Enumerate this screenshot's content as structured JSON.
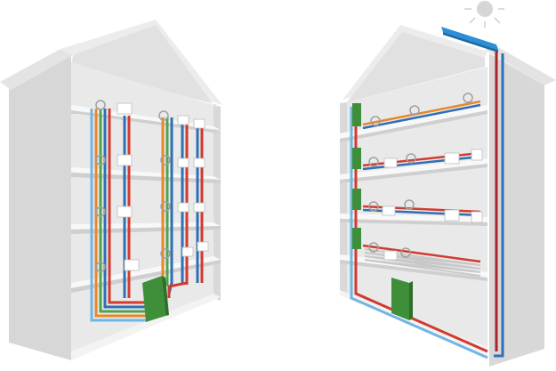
{
  "diagram": {
    "buildings": [
      {
        "id": "left",
        "system": "central-distribution-with-radiators",
        "floors": 4
      },
      {
        "id": "right",
        "system": "floor-wise-distribution-with-solar",
        "floors": 4
      }
    ],
    "colors": {
      "wall": "#dcdcdc",
      "wall_shadow": "#c4c4c4",
      "interior": "#eaeaea",
      "slab": "#f7f7f7",
      "slab_edge": "#cfcfcf",
      "red": "#d23a2e",
      "blue": "#2f6fb5",
      "orange": "#e8872a",
      "green": "#4fa34a",
      "light_blue": "#6fb6e6",
      "dark_red": "#a8242a",
      "station_green": "#3f8f3a",
      "radiator": "#ffffff",
      "sun": "#d0d0d0",
      "solar_panel": "#2a8fd6"
    },
    "icons": [
      "sun-icon",
      "solar-collector-icon",
      "distribution-station-icon",
      "radiator-icon",
      "tap-icon"
    ]
  }
}
